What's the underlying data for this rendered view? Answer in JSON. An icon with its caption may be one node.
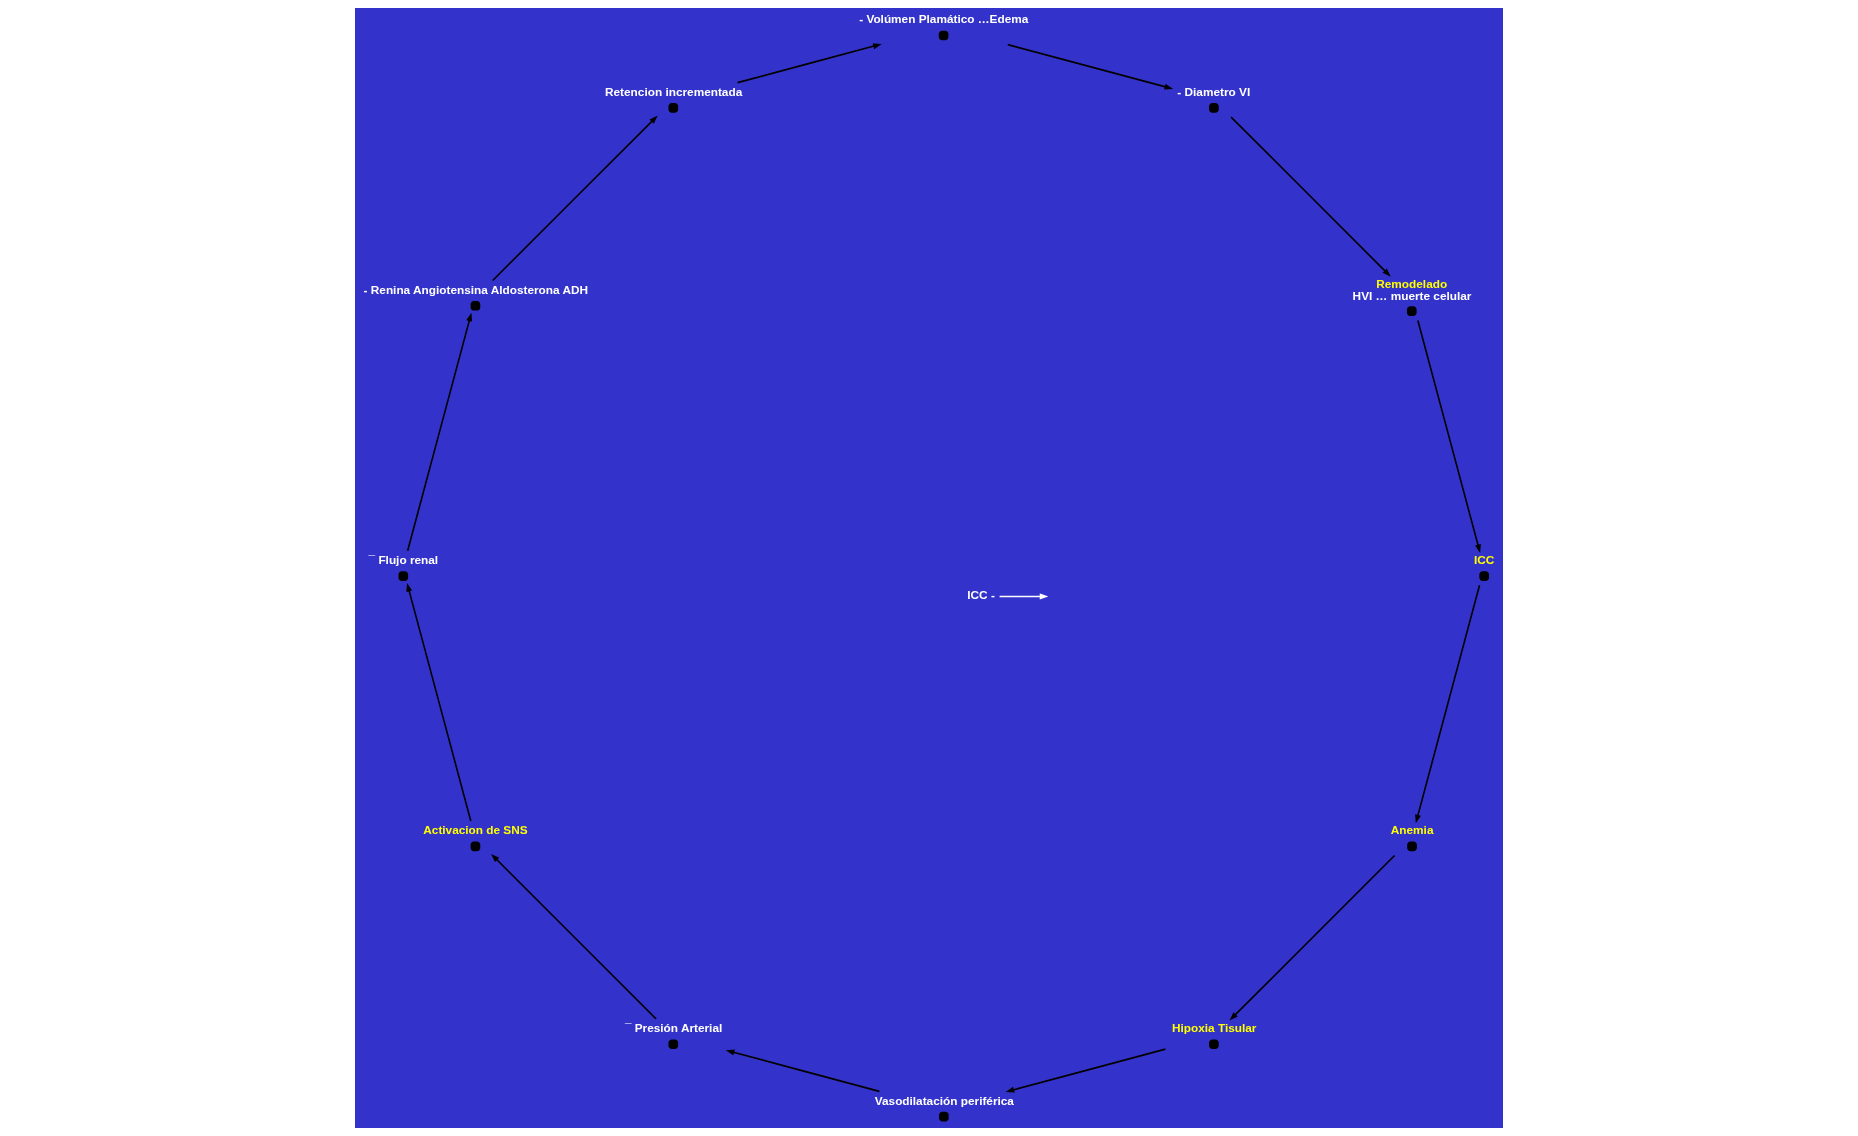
{
  "diagram": {
    "nodes": [
      {
        "text": [
          "Anemia"
        ]
      },
      {
        "text": [
          "Hipoxia Tisular"
        ]
      },
      {
        "text": [
          "Vasodilatación periférica"
        ]
      },
      {
        "text": [
          "¯ Presión Arterial"
        ]
      },
      {
        "text": [
          "Activacion de SNS"
        ]
      },
      {
        "text": [
          "¯ Flujo renal"
        ]
      },
      {
        "text": [
          "- Renina Angiotensina Aldosterona ADH"
        ]
      },
      {
        "text": [
          "Retencion incrementada"
        ]
      },
      {
        "text": [
          "- Volúmen Plamático …Edema"
        ]
      },
      {
        "text": [
          "- Diametro VI"
        ]
      },
      {
        "text": [
          "Remodelado",
          "HVI … muerte celular"
        ]
      },
      {
        "text": [
          "ICC"
        ]
      },
      {
        "text": [
          "ICC -"
        ]
      }
    ],
    "edges": [
      {
        "from": 0,
        "to": 1,
        "arrow": "to"
      },
      {
        "from": 1,
        "to": 2,
        "arrow": "to"
      },
      {
        "from": 2,
        "to": 3,
        "arrow": "to"
      },
      {
        "from": 3,
        "to": 4,
        "arrow": "to"
      },
      {
        "from": 4,
        "to": 5,
        "arrow": "to"
      },
      {
        "from": 5,
        "to": 6,
        "arrow": "to"
      },
      {
        "from": 6,
        "to": 7,
        "arrow": "to"
      },
      {
        "from": 7,
        "to": 8,
        "arrow": "to"
      },
      {
        "from": 8,
        "to": 9,
        "arrow": "to"
      },
      {
        "from": 9,
        "to": 10,
        "arrow": "to"
      },
      {
        "from": 10,
        "to": 11,
        "arrow": "to"
      },
      {
        "from": 11,
        "to": 0,
        "arrow": "to"
      },
      {
        "from": 12,
        "to": null,
        "arrow": "to",
        "color": "#ffffff"
      }
    ]
  }
}
